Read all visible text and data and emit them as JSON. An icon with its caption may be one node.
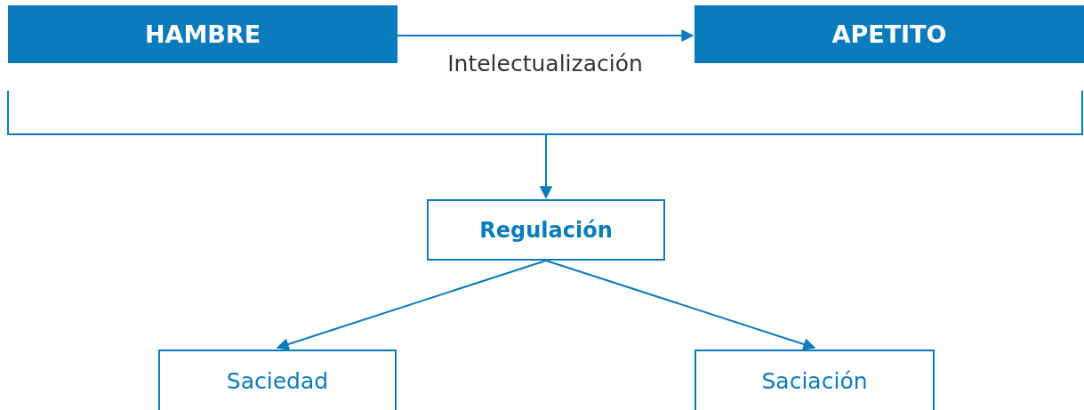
{
  "diagram": {
    "nodes": [
      {
        "text": [
          "HAMBRE"
        ]
      },
      {
        "text": [
          "APETITO"
        ]
      },
      {
        "text": [
          "Regulación"
        ]
      },
      {
        "text": [
          "Saciedad"
        ]
      },
      {
        "text": [
          "Saciación"
        ]
      }
    ],
    "edges": [
      {
        "from": 0,
        "to": 1,
        "arrow": "to",
        "label": "Intelectualización"
      },
      {
        "from": 0,
        "to": 2,
        "arrow": "to"
      },
      {
        "from": 1,
        "to": 2,
        "arrow": "to"
      },
      {
        "from": 2,
        "to": 3,
        "arrow": "to"
      },
      {
        "from": 2,
        "to": 4,
        "arrow": "to"
      }
    ]
  }
}
